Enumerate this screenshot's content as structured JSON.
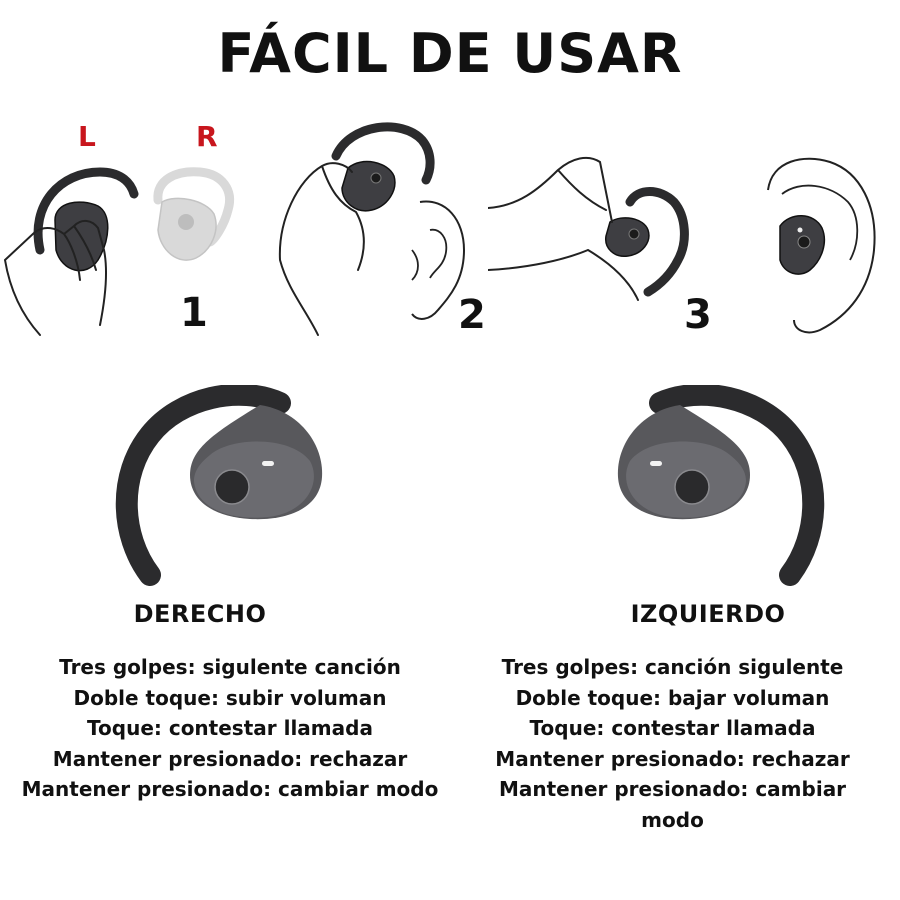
{
  "title": "FÁCIL DE USAR",
  "steps": {
    "left_label": "L",
    "right_label": "R",
    "numbers": [
      "1",
      "2",
      "3"
    ]
  },
  "right_ear": {
    "title": "DERECHO",
    "lines": [
      "Tres golpes: sigulente canción",
      "Doble toque: subir voluman",
      "Toque: contestar llamada",
      "Mantener presionado: rechazar",
      "Mantener presionado: cambiar modo"
    ]
  },
  "left_ear": {
    "title": "IZQUIERDO",
    "lines": [
      "Tres golpes: canción sigulente",
      "Doble toque: bajar voluman",
      "Toque: contestar llamada",
      "Mantener presionado: rechazar",
      "Mantener presionado: cambiar",
      "modo"
    ]
  },
  "colors": {
    "accent": "#c8161d",
    "hook": "#2b2b2d",
    "body": "#4a4a4e",
    "pale": "#d9d9d9"
  }
}
